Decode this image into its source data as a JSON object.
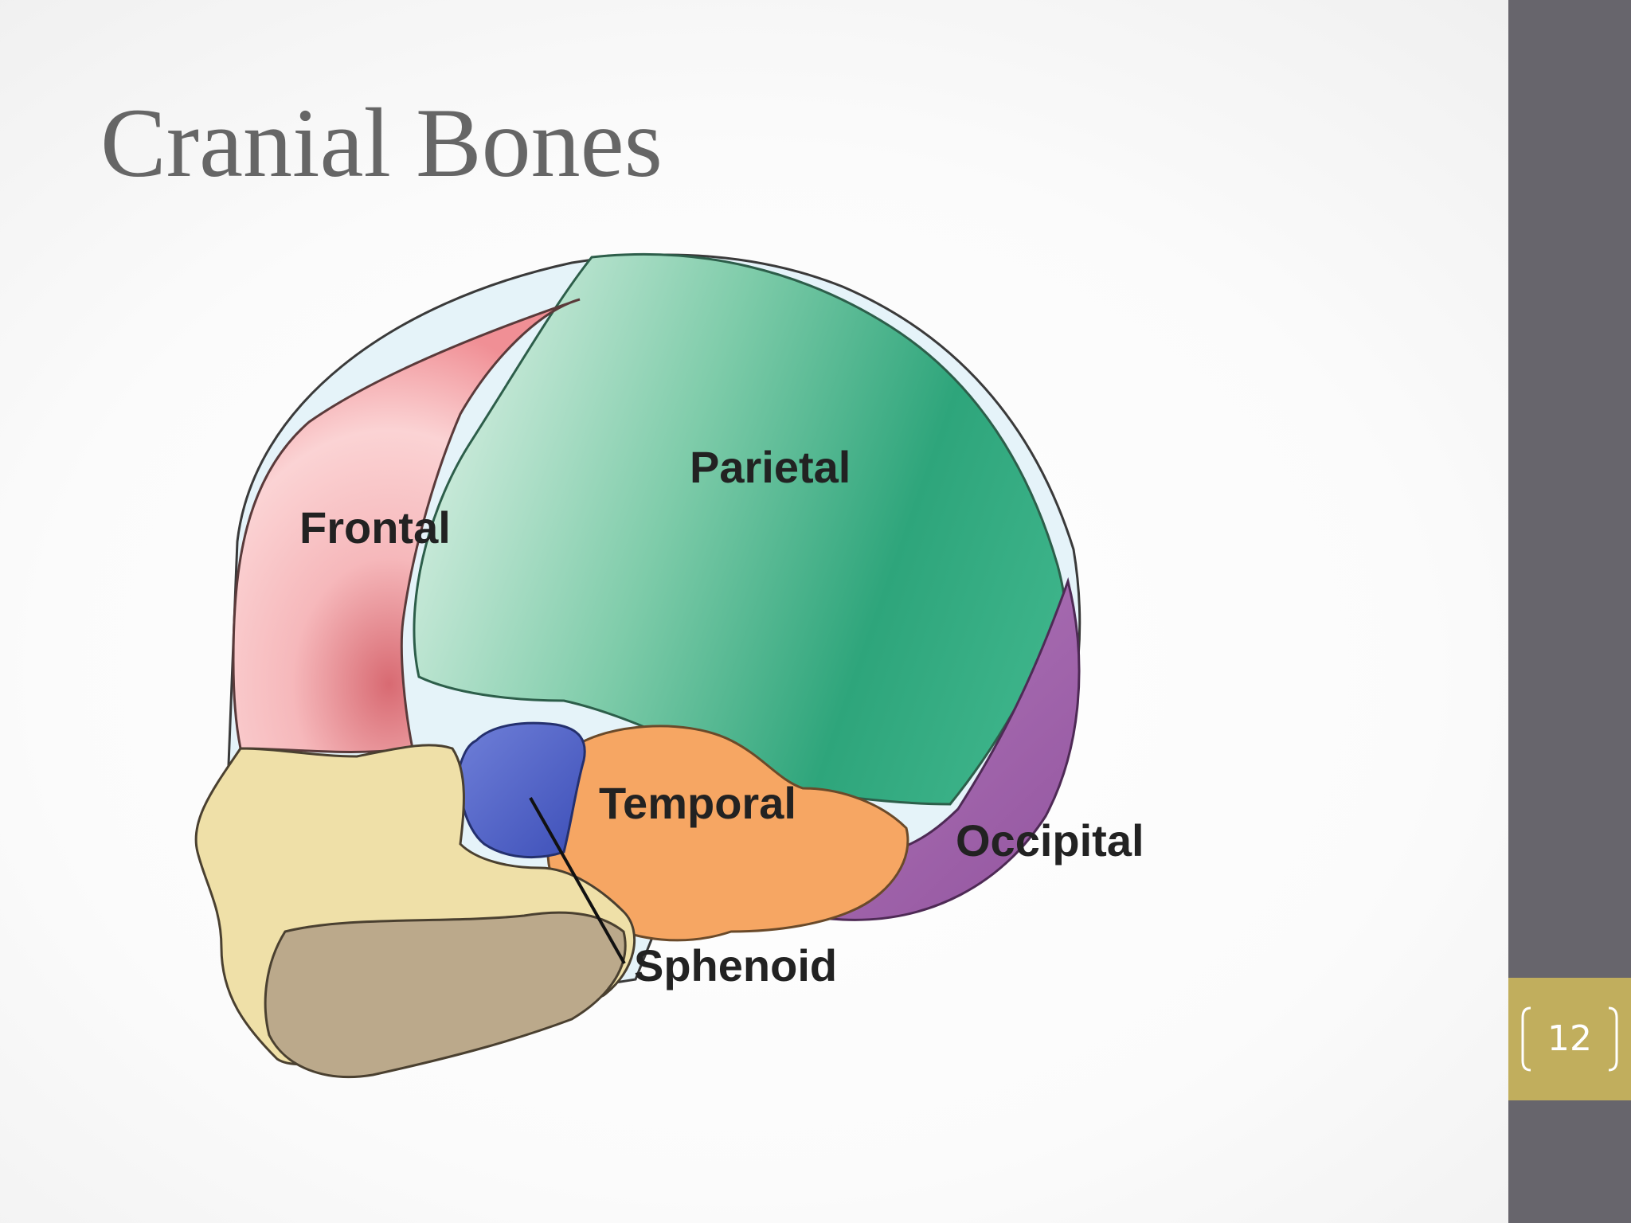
{
  "slide": {
    "title": "Cranial Bones",
    "slide_number": "12"
  },
  "diagram": {
    "labels": {
      "frontal": "Frontal",
      "parietal": "Parietal",
      "temporal": "Temporal",
      "occipital": "Occipital",
      "sphenoid": "Sphenoid"
    }
  },
  "colors": {
    "title_text": "#666666",
    "side_bar": "#67656c",
    "slide_number_box": "#c1ae5d",
    "frontal": "#f3a7aa",
    "parietal": "#3fae86",
    "temporal": "#f6a663",
    "occipital": "#a265ad",
    "sphenoid": "#4e63c9",
    "facial": "#efe0a8"
  }
}
